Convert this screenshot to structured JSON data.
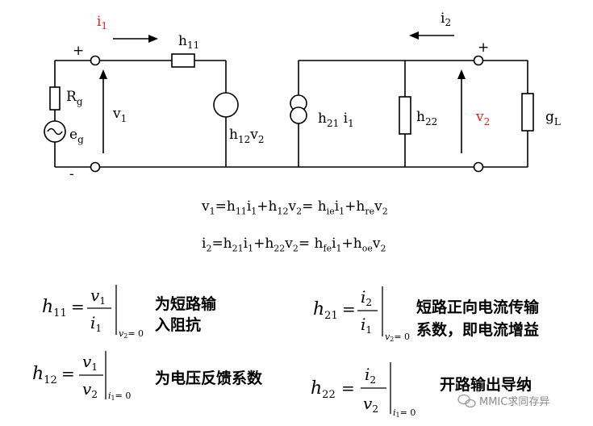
{
  "circuit": {
    "i1": "i",
    "i1_sub": "1",
    "h11": "h",
    "h11_sub": "11",
    "plus_left": "+",
    "minus_left": "-",
    "rg": "R",
    "rg_sub": "g",
    "eg": "e",
    "eg_sub": "g",
    "v1": "v",
    "v1_sub": "1",
    "h12v2": "h",
    "h12v2_sub": "12",
    "h12v2_v": "v",
    "h12v2_vsub": "2",
    "h21i1": "h",
    "h21i1_sub": "21",
    "h21i1_i": " i",
    "h21i1_isub": "1",
    "h22": "h",
    "h22_sub": "22",
    "i2": "i",
    "i2_sub": "2",
    "plus_right": "+",
    "v2": "v",
    "v2_sub": "2",
    "gl": "g",
    "gl_sub": "L",
    "colors": {
      "red": "#e0201c",
      "wire": "#000000"
    }
  },
  "equations": {
    "eq1": [
      "v",
      "1",
      "=h",
      "11",
      "i",
      "1",
      "+h",
      "12",
      "v",
      "2",
      "= h",
      "ie",
      "i",
      "1",
      "+h",
      "re",
      "v",
      "2"
    ],
    "eq2": [
      "i",
      "2",
      "=h",
      "21",
      "i",
      "1",
      "+h",
      "22",
      "v",
      "2",
      "= h",
      "fe",
      "i",
      "1",
      "+h",
      "oe",
      "v",
      "2"
    ]
  },
  "formulas": {
    "h11": {
      "lhs": "h",
      "lhs_sub": "11",
      "num": "v",
      "num_sub": "1",
      "den": "i",
      "den_sub": "1",
      "cond": "v",
      "cond_sub": "2",
      "cond_eq": "= 0",
      "desc_line1": "为短路输",
      "desc_line2": "入阻抗"
    },
    "h21": {
      "lhs": "h",
      "lhs_sub": "21",
      "num": "i",
      "num_sub": "2",
      "den": "i",
      "den_sub": "1",
      "cond": "v",
      "cond_sub": "2",
      "cond_eq": "= 0",
      "desc_line1": "短路正向电流传输",
      "desc_line2": "系数，即电流增益"
    },
    "h12": {
      "lhs": "h",
      "lhs_sub": "12",
      "num": "v",
      "num_sub": "1",
      "den": "v",
      "den_sub": "2",
      "cond": "i",
      "cond_sub": "1",
      "cond_eq": "= 0",
      "desc_line1": "为电压反馈系数"
    },
    "h22": {
      "lhs": "h",
      "lhs_sub": "22",
      "num": "i",
      "num_sub": "2",
      "den": "v",
      "den_sub": "2",
      "cond": "i",
      "cond_sub": "1",
      "cond_eq": "= 0",
      "desc_line1": "开路输出导纳"
    }
  },
  "watermark": "MMIC求同存异"
}
